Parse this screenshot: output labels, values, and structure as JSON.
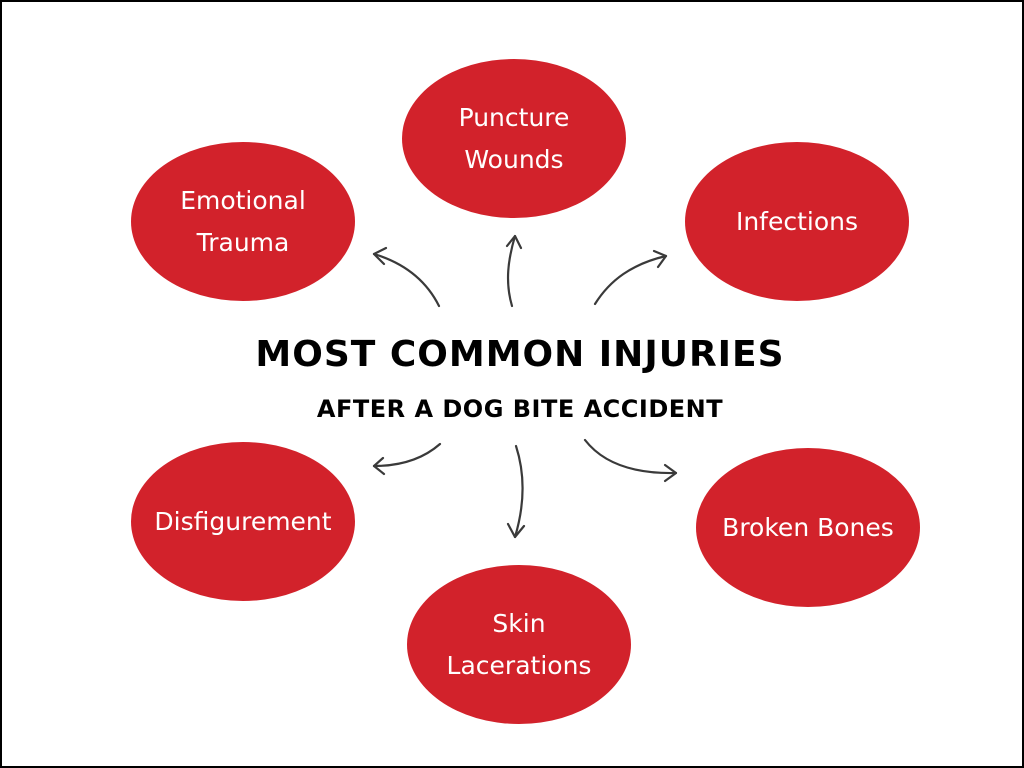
{
  "title": "MOST COMMON INJURIES",
  "subtitle": "AFTER A DOG BITE ACCIDENT",
  "colors": {
    "node_fill": "#d2222b",
    "node_text": "#ffffff",
    "title_text": "#000000",
    "arrow": "#3a3a3a",
    "background": "#ffffff"
  },
  "nodes": {
    "puncture": {
      "lines": [
        "Puncture",
        "Wounds"
      ]
    },
    "emotional": {
      "lines": [
        "Emotional",
        "Trauma"
      ]
    },
    "infections": {
      "lines": [
        "Infections"
      ]
    },
    "disfigurement": {
      "lines": [
        "Disfigurement"
      ]
    },
    "broken": {
      "lines": [
        "Broken Bones"
      ]
    },
    "skin": {
      "lines": [
        "Skin",
        "Lacerations"
      ]
    }
  }
}
